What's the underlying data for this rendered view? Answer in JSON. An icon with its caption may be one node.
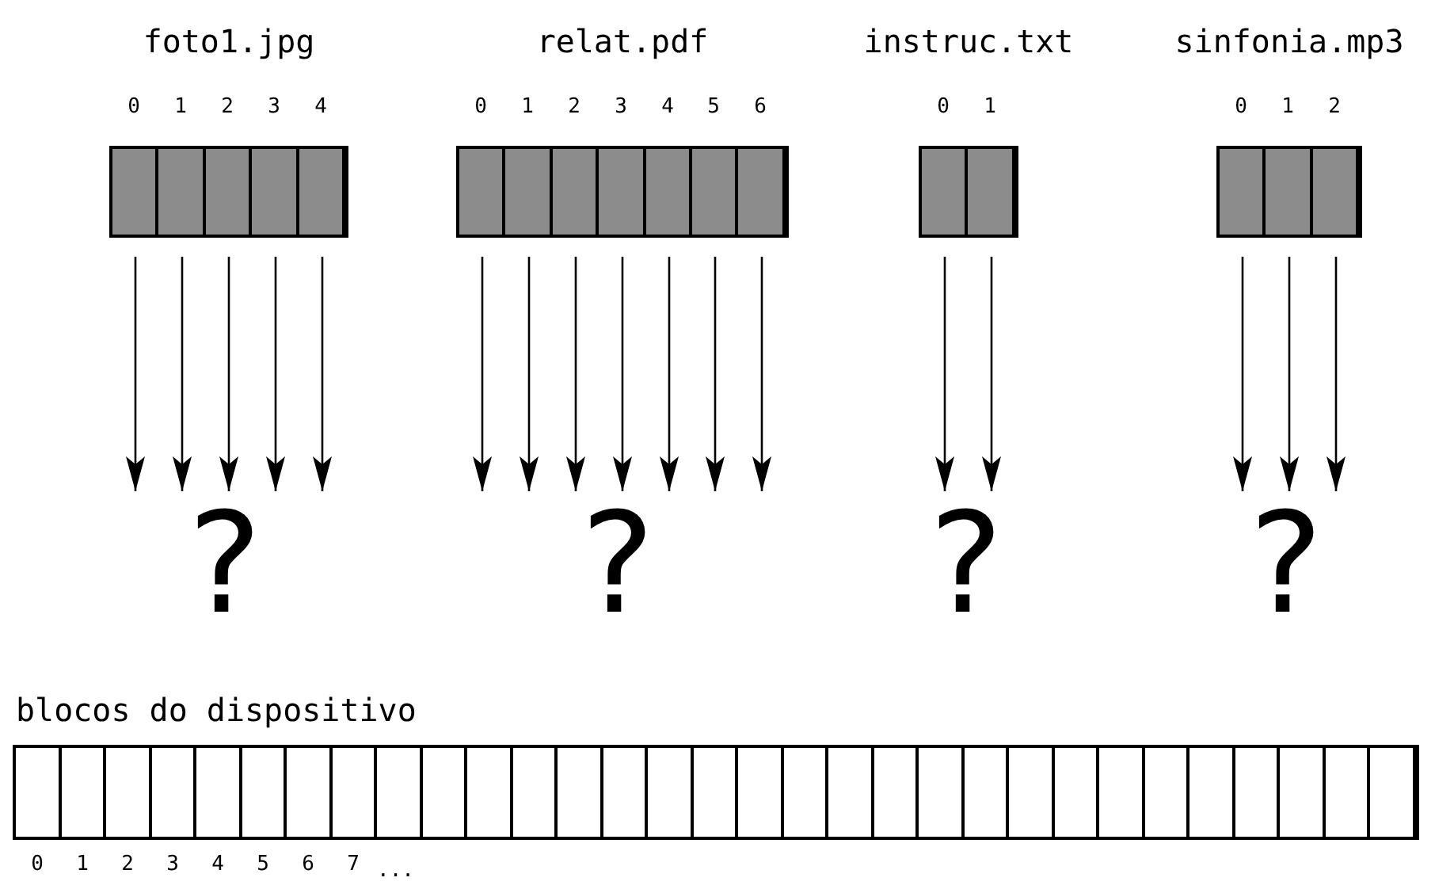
{
  "diagram": {
    "nodes": [
      {
        "text": [
          "foto1.jpg"
        ]
      },
      {
        "text": [],
        "shape": "box",
        "in": 0,
        "beside": [
          "0"
        ]
      },
      {
        "text": [],
        "shape": "box",
        "in": 0,
        "beside": [
          "1"
        ]
      },
      {
        "text": [],
        "shape": "box",
        "in": 0,
        "beside": [
          "2"
        ]
      },
      {
        "text": [],
        "shape": "box",
        "in": 0,
        "beside": [
          "3"
        ]
      },
      {
        "text": [],
        "shape": "box",
        "in": 0,
        "beside": [
          "4"
        ]
      },
      {
        "text": [
          "relat.pdf"
        ]
      },
      {
        "text": [],
        "shape": "box",
        "in": 6,
        "beside": [
          "0"
        ]
      },
      {
        "text": [],
        "shape": "box",
        "in": 6,
        "beside": [
          "1"
        ]
      },
      {
        "text": [],
        "shape": "box",
        "in": 6,
        "beside": [
          "2"
        ]
      },
      {
        "text": [],
        "shape": "box",
        "in": 6,
        "beside": [
          "3"
        ]
      },
      {
        "text": [],
        "shape": "box",
        "in": 6,
        "beside": [
          "4"
        ]
      },
      {
        "text": [],
        "shape": "box",
        "in": 6,
        "beside": [
          "5"
        ]
      },
      {
        "text": [],
        "shape": "box",
        "in": 6,
        "beside": [
          "6"
        ]
      },
      {
        "text": [
          "instruc.txt"
        ]
      },
      {
        "text": [],
        "shape": "box",
        "in": 14,
        "beside": [
          "0"
        ]
      },
      {
        "text": [],
        "shape": "box",
        "in": 14,
        "beside": [
          "1"
        ]
      },
      {
        "text": [
          "sinfonia.mp3"
        ]
      },
      {
        "text": [],
        "shape": "box",
        "in": 17,
        "beside": [
          "0"
        ]
      },
      {
        "text": [],
        "shape": "box",
        "in": 17,
        "beside": [
          "1"
        ]
      },
      {
        "text": [],
        "shape": "box",
        "in": 17,
        "beside": [
          "2"
        ]
      },
      {
        "text": [
          "?"
        ]
      },
      {
        "text": [
          "?"
        ]
      },
      {
        "text": [
          "?"
        ]
      },
      {
        "text": [
          "?"
        ]
      },
      {
        "text": [
          "blocos do dispositivo"
        ]
      },
      {
        "text": [],
        "shape": "box",
        "in": 25,
        "beside": [
          "0"
        ]
      },
      {
        "text": [],
        "shape": "box",
        "in": 25,
        "beside": [
          "1"
        ]
      },
      {
        "text": [],
        "shape": "box",
        "in": 25,
        "beside": [
          "2"
        ]
      },
      {
        "text": [],
        "shape": "box",
        "in": 25,
        "beside": [
          "3"
        ]
      },
      {
        "text": [],
        "shape": "box",
        "in": 25,
        "beside": [
          "4"
        ]
      },
      {
        "text": [],
        "shape": "box",
        "in": 25,
        "beside": [
          "5"
        ]
      },
      {
        "text": [],
        "shape": "box",
        "in": 25,
        "beside": [
          "6"
        ]
      },
      {
        "text": [],
        "shape": "box",
        "in": 25,
        "beside": [
          "7"
        ]
      },
      {
        "text": [],
        "shape": "box",
        "in": 25
      },
      {
        "text": [],
        "shape": "box",
        "in": 25
      },
      {
        "text": [],
        "shape": "box",
        "in": 25
      },
      {
        "text": [],
        "shape": "box",
        "in": 25
      },
      {
        "text": [],
        "shape": "box",
        "in": 25
      },
      {
        "text": [],
        "shape": "box",
        "in": 25
      },
      {
        "text": [],
        "shape": "box",
        "in": 25
      },
      {
        "text": [],
        "shape": "box",
        "in": 25
      },
      {
        "text": [],
        "shape": "box",
        "in": 25
      },
      {
        "text": [],
        "shape": "box",
        "in": 25
      },
      {
        "text": [],
        "shape": "box",
        "in": 25
      },
      {
        "text": [],
        "shape": "box",
        "in": 25
      },
      {
        "text": [],
        "shape": "box",
        "in": 25
      },
      {
        "text": [],
        "shape": "box",
        "in": 25
      },
      {
        "text": [],
        "shape": "box",
        "in": 25
      },
      {
        "text": [],
        "shape": "box",
        "in": 25
      },
      {
        "text": [],
        "shape": "box",
        "in": 25
      },
      {
        "text": [],
        "shape": "box",
        "in": 25
      },
      {
        "text": [],
        "shape": "box",
        "in": 25
      },
      {
        "text": [],
        "shape": "box",
        "in": 25
      },
      {
        "text": [],
        "shape": "box",
        "in": 25
      },
      {
        "text": [],
        "shape": "box",
        "in": 25
      },
      {
        "text": [],
        "shape": "box",
        "in": 25
      }
    ],
    "edges": [
      {
        "from": 1,
        "to": 21,
        "arrow": "to"
      },
      {
        "from": 2,
        "to": 21,
        "arrow": "to"
      },
      {
        "from": 3,
        "to": 21,
        "arrow": "to"
      },
      {
        "from": 4,
        "to": 21,
        "arrow": "to"
      },
      {
        "from": 5,
        "to": 21,
        "arrow": "to"
      },
      {
        "from": 7,
        "to": 22,
        "arrow": "to"
      },
      {
        "from": 8,
        "to": 22,
        "arrow": "to"
      },
      {
        "from": 9,
        "to": 22,
        "arrow": "to"
      },
      {
        "from": 10,
        "to": 22,
        "arrow": "to"
      },
      {
        "from": 11,
        "to": 22,
        "arrow": "to"
      },
      {
        "from": 12,
        "to": 22,
        "arrow": "to"
      },
      {
        "from": 13,
        "to": 22,
        "arrow": "to"
      },
      {
        "from": 15,
        "to": 23,
        "arrow": "to"
      },
      {
        "from": 16,
        "to": 23,
        "arrow": "to"
      },
      {
        "from": 18,
        "to": 24,
        "arrow": "to"
      },
      {
        "from": 19,
        "to": 24,
        "arrow": "to"
      },
      {
        "from": 20,
        "to": 24,
        "arrow": "to"
      }
    ],
    "labels": [
      "..."
    ]
  }
}
